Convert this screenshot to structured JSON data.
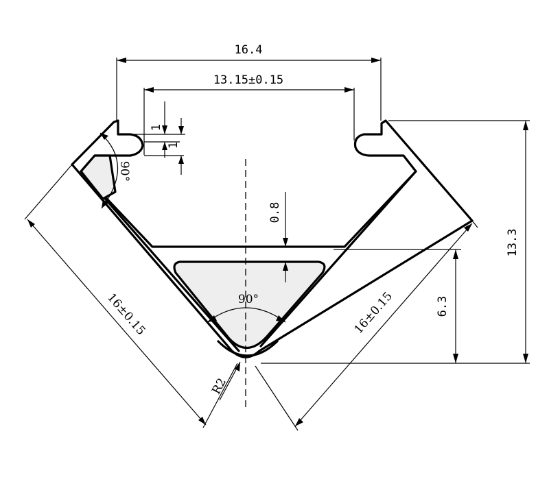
{
  "dimensions": {
    "top_width": "16.4",
    "opening_width": "13.15±0.15",
    "lip_1": "1",
    "lip_2": "1",
    "wall_angle": "90°",
    "wall_thickness": "0.8",
    "height_total": "13.3",
    "height_lower": "6.3",
    "inner_angle": "90°",
    "left_leg": "16±0.15",
    "right_leg": "16±0.15",
    "radius": "R2"
  }
}
